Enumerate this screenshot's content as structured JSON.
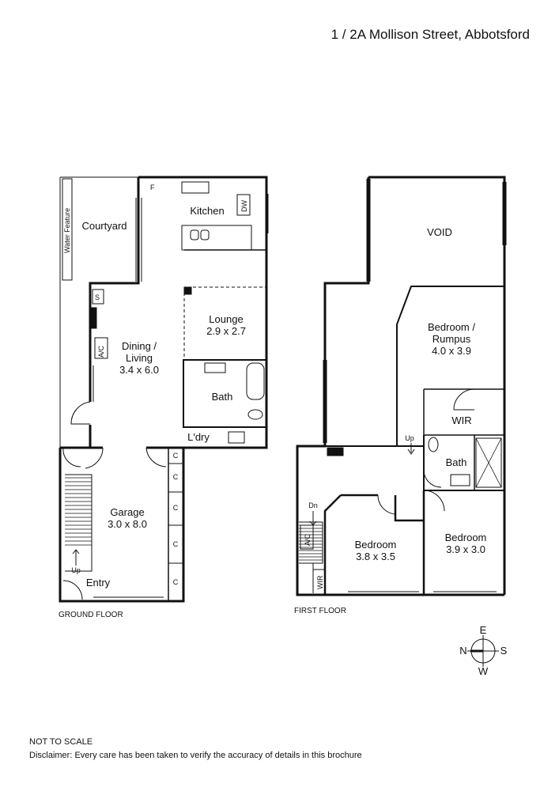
{
  "address": "1 / 2A Mollison Street, Abbotsford",
  "ground_floor": {
    "label": "GROUND FLOOR",
    "rooms": {
      "courtyard": "Courtyard",
      "water_feature": "Water Feature",
      "kitchen": "Kitchen",
      "fridge": "F",
      "dishwasher": "DW",
      "lounge_name": "Lounge",
      "lounge_dims": "2.9 x 2.7",
      "dining_name_1": "Dining /",
      "dining_name_2": "Living",
      "dining_dims": "3.4 x 6.0",
      "storage": "S",
      "ac": "A/C",
      "bath": "Bath",
      "laundry": "L'dry",
      "garage_name": "Garage",
      "garage_dims": "3.0 x 8.0",
      "cupboard": "C",
      "entry": "Entry",
      "stairs_up": "Up"
    }
  },
  "first_floor": {
    "label": "FIRST FLOOR",
    "rooms": {
      "void": "VOID",
      "rumpus_name_1": "Bedroom /",
      "rumpus_name_2": "Rumpus",
      "rumpus_dims": "4.0 x 3.9",
      "wir": "WIR",
      "bath": "Bath",
      "stairs_up": "Up",
      "stairs_down": "Dn",
      "ac": "A/C",
      "bed2_name": "Bedroom",
      "bed2_dims": "3.8 x 3.5",
      "bed3_name": "Bedroom",
      "bed3_dims": "3.9 x 3.0",
      "wir2": "WIR"
    }
  },
  "compass": {
    "north": "N",
    "east": "E",
    "south": "S",
    "west": "W"
  },
  "footer": {
    "not_to_scale": "NOT TO SCALE",
    "disclaimer": "Disclaimer: Every care has been taken to verify the accuracy of details in this brochure"
  }
}
